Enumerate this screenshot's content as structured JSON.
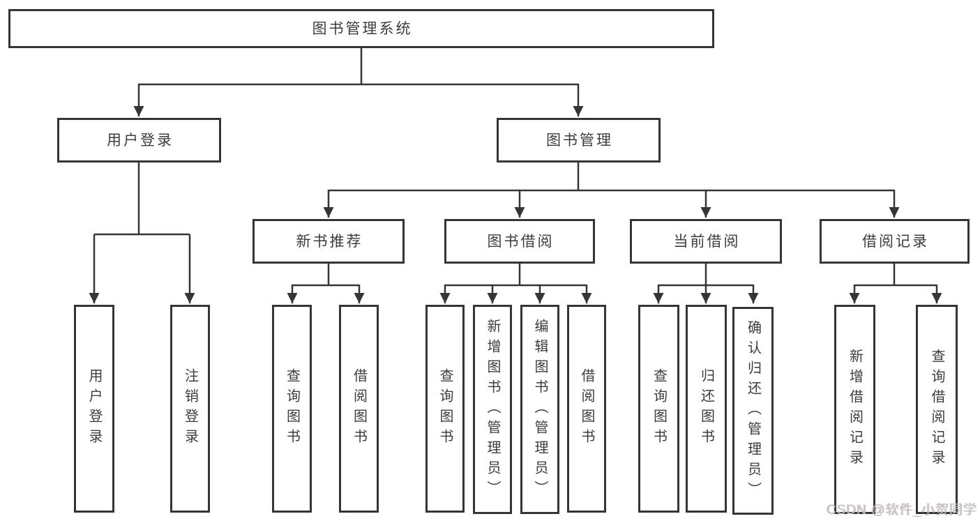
{
  "tree": {
    "label": "图书管理系统",
    "children": [
      {
        "label": "用户登录",
        "children": [
          {
            "label": "用户登录"
          },
          {
            "label": "注销登录"
          }
        ]
      },
      {
        "label": "图书管理",
        "children": [
          {
            "label": "新书推荐",
            "children": [
              {
                "label": "查询图书"
              },
              {
                "label": "借阅图书"
              }
            ]
          },
          {
            "label": "图书借阅",
            "children": [
              {
                "label": "查询图书"
              },
              {
                "label": "新增图书（管理员）"
              },
              {
                "label": "编辑图书（管理员）"
              },
              {
                "label": "借阅图书"
              }
            ]
          },
          {
            "label": "当前借阅",
            "children": [
              {
                "label": "查询图书"
              },
              {
                "label": "归还图书"
              },
              {
                "label": "确认归还（管理员）"
              }
            ]
          },
          {
            "label": "借阅记录",
            "children": [
              {
                "label": "新增借阅记录"
              },
              {
                "label": "查询借阅记录"
              }
            ]
          }
        ]
      }
    ]
  },
  "watermark": "CSDN @软件_小贺同学",
  "colors": {
    "line": "#353535",
    "text": "#3c3c3c",
    "watermark": "#c2c2c2",
    "background": "#ffffff"
  }
}
